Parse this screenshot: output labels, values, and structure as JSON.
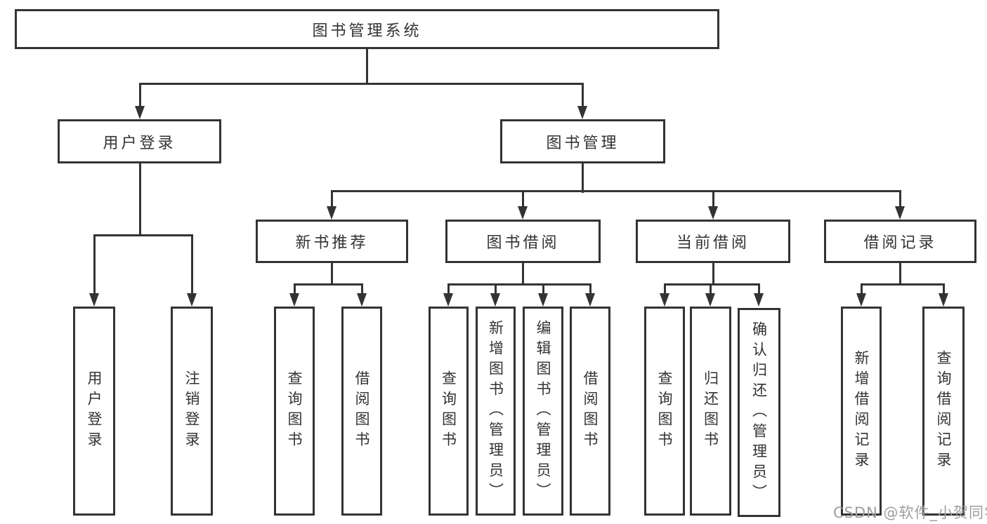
{
  "diagram": {
    "tree": {
      "label": "图书管理系统",
      "children": [
        {
          "label": "用户登录",
          "children": [
            {
              "label": "用户登录"
            },
            {
              "label": "注销登录"
            }
          ]
        },
        {
          "label": "图书管理",
          "children": [
            {
              "label": "新书推荐",
              "children": [
                {
                  "label": "查询图书"
                },
                {
                  "label": "借阅图书"
                }
              ]
            },
            {
              "label": "图书借阅",
              "children": [
                {
                  "label": "查询图书"
                },
                {
                  "label": "新增图书（管理员）"
                },
                {
                  "label": "编辑图书（管理员）"
                },
                {
                  "label": "借阅图书"
                }
              ]
            },
            {
              "label": "当前借阅",
              "children": [
                {
                  "label": "查询图书"
                },
                {
                  "label": "归还图书"
                },
                {
                  "label": "确认归还（管理员）"
                }
              ]
            },
            {
              "label": "借阅记录",
              "children": [
                {
                  "label": "新增借阅记录"
                },
                {
                  "label": "查询借阅记录"
                }
              ]
            }
          ]
        }
      ]
    }
  },
  "watermark": {
    "text": "CSDN @软件_小贺同学"
  },
  "colors": {
    "line": "#333333",
    "text": "#333333",
    "canvas": "#ffffff",
    "watermark": "#9e9e9e"
  }
}
